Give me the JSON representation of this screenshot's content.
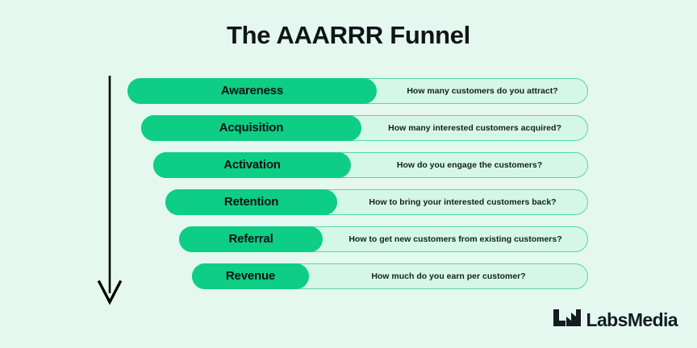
{
  "page": {
    "title": "The AAARRR Funnel",
    "background_color": "#e4f8f0"
  },
  "colors": {
    "bar_green": "#0ecd85",
    "track_mint": "#d5f7e7",
    "track_border": "#55d8a4",
    "text_dark": "#0b1014",
    "background": "#e4f8f0"
  },
  "arrow": {
    "name": "downward-flow-arrow",
    "direction": "down",
    "color": "#000000"
  },
  "funnel": {
    "stages": [
      {
        "label": "Awareness",
        "description": "How many customers do you attract?"
      },
      {
        "label": "Acquisition",
        "description": "How many interested customers acquired?"
      },
      {
        "label": "Activation",
        "description": "How do you engage the customers?"
      },
      {
        "label": "Retention",
        "description": "How to bring your interested customers back?"
      },
      {
        "label": "Referral",
        "description": "How to get new customers from existing customers?"
      },
      {
        "label": "Revenue",
        "description": "How much do you earn per customer?"
      }
    ]
  },
  "logo": {
    "mark": "labsmedia-chart-mark-icon",
    "text": "LabsMedia"
  }
}
